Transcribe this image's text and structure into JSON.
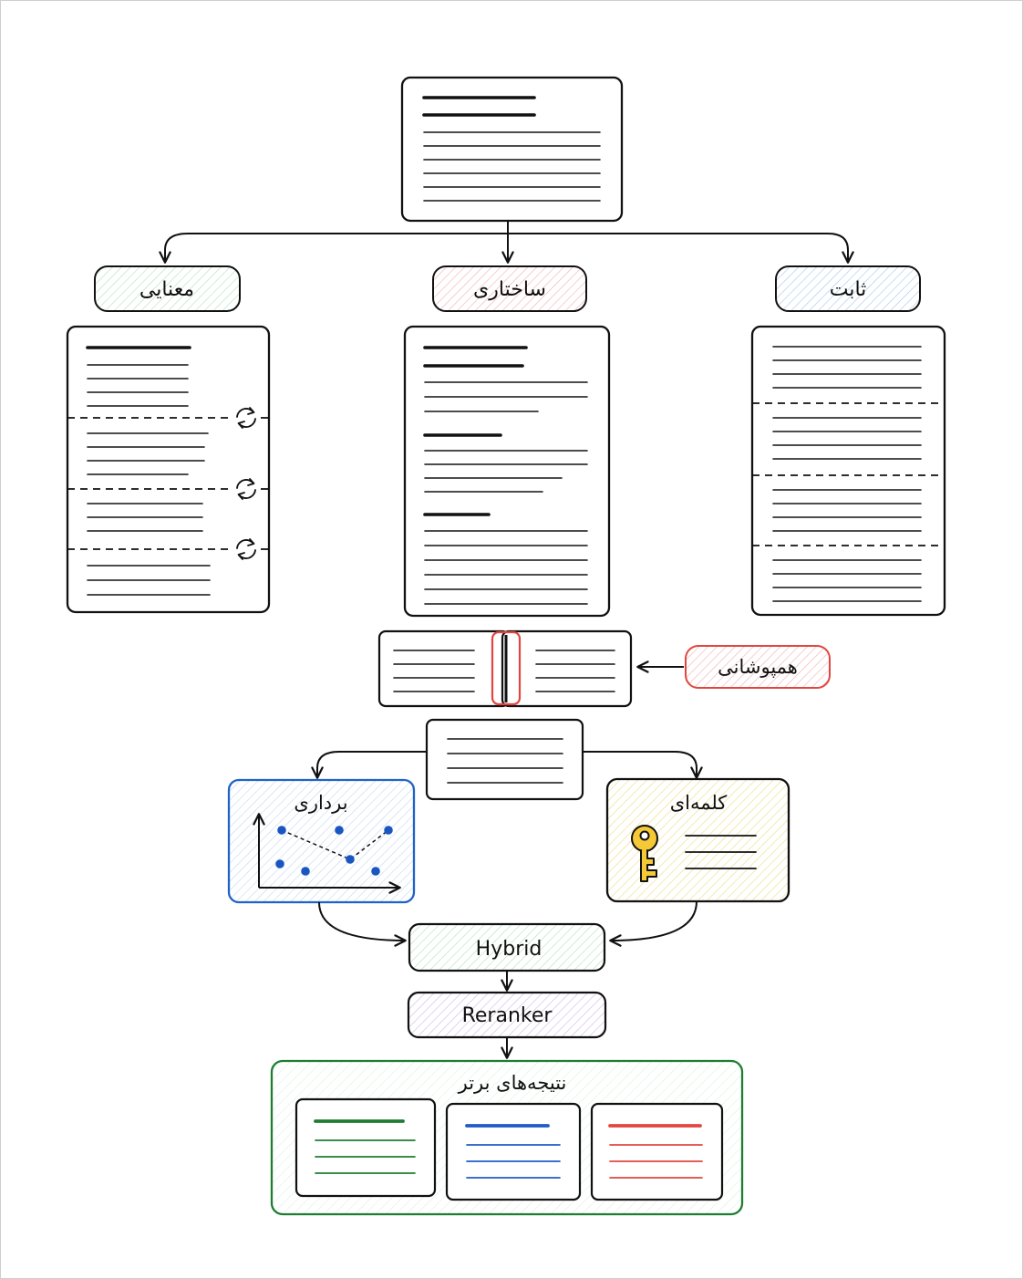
{
  "labels": {
    "fixed": "ثابت",
    "structural": "ساختاری",
    "semantic": "معنایی",
    "overlap": "همپوشانی",
    "vector": "برداری",
    "keyword": "کلمه‌ای",
    "hybrid": "Hybrid",
    "reranker": "Reranker",
    "top_results": "نتیجه‌های برتر"
  },
  "icons": {
    "refresh": "refresh-icon",
    "key": "key-icon",
    "scatter": "scatter-plot-icon"
  },
  "colors": {
    "ink": "#111111",
    "fixed": "#3d8fd6",
    "structural": "#e25b5b",
    "semantic": "#4cbf5e",
    "overlap": "#e0463f",
    "vector_border": "#1f63c7",
    "vector_dot": "#1a56c2",
    "keyword_fill": "#f0d23c",
    "key_fill": "#f5c835",
    "hybrid": "#56b35f",
    "reranker": "#a162d6",
    "results_border": "#1e7d32",
    "result_green": "#1e7d32",
    "result_blue": "#1f5cc8",
    "result_red": "#e2483f"
  }
}
